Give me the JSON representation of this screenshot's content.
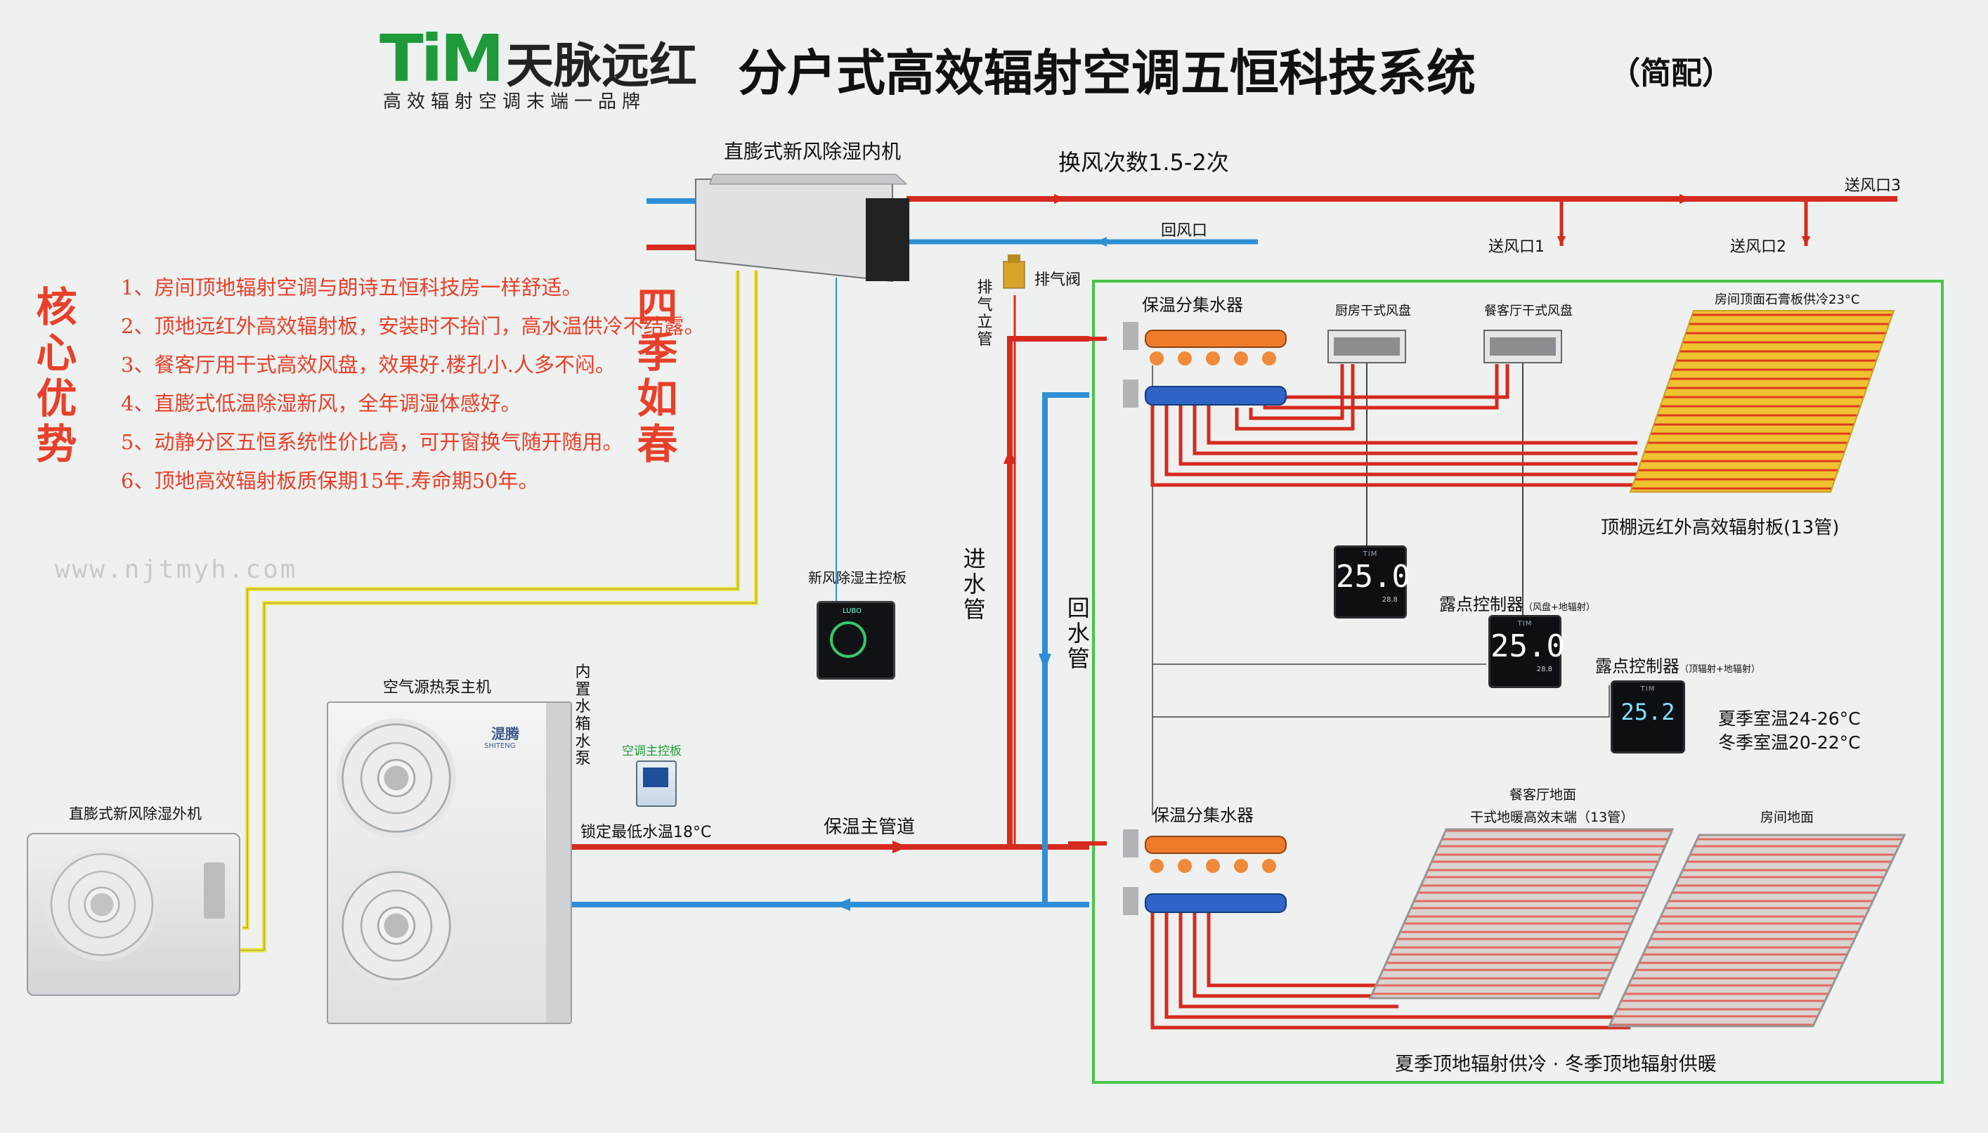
{
  "logo": {
    "brand_latin": "TiM",
    "brand_cn": "天脉远红",
    "tagline": "高效辐射空调末端一品牌"
  },
  "title": {
    "main": "分户式高效辐射空调五恒科技系统",
    "suffix": "（简配）"
  },
  "left_panel": {
    "heading": "核心优势",
    "items": [
      "1、房间顶地辐射空调与朗诗五恒科技房一样舒适。",
      "2、顶地远红外高效辐射板，安装时不抬门，高水温供冷不结露。",
      "3、餐客厅用干式高效风盘，效果好.楼孔小.人多不闷。",
      "4、直膨式低温除湿新风，全年调湿体感好。",
      "5、动静分区五恒系统性价比高，可开窗换气随开随用。",
      "6、顶地高效辐射板质保期15年.寿命期50年。"
    ],
    "side_heading": "四季如春",
    "website": "www.njtmyh.com"
  },
  "labels": {
    "indoor_unit": "直膨式新风除湿内机",
    "air_change": "换风次数1.5-2次",
    "supply_3": "送风口3",
    "return_air": "回风口",
    "supply_1": "送风口1",
    "supply_2": "送风口2",
    "exhaust_valve": "排气阀",
    "exhaust_pipe": "排气立管",
    "manifold_top": "保温分集水器",
    "kitchen_fcu": "厨房干式风盘",
    "dining_fcu": "餐客厅干式风盘",
    "ceiling_panel_note": "房间顶面石膏板供冷23°C",
    "ceiling_panel": "顶棚远红外高效辐射板(13管)",
    "fresh_air_controller": "新风除湿主控板",
    "inlet_pipe": "进水管",
    "return_pipe": "回水管",
    "dew_ctrl_1": "露点控制器",
    "dew_ctrl_1_note": "（风盘+地辐射）",
    "dew_ctrl_2": "露点控制器",
    "dew_ctrl_2_note": "（顶辐射+地辐射）",
    "summer_temp": "夏季室温24-26°C",
    "winter_temp": "冬季室温20-22°C",
    "heat_pump": "空气源热泵主机",
    "builtin_tank": "内置水箱水泵",
    "ac_controller": "空调主控板",
    "outdoor_unit": "直膨式新风除湿外机",
    "min_water_temp": "锁定最低水温18°C",
    "main_pipe": "保温主管道",
    "manifold_bottom": "保温分集水器",
    "dining_floor": "餐客厅地面",
    "floor_terminal": "干式地暖高效末端（13管）",
    "room_floor": "房间地面",
    "bottom_caption": "夏季顶地辐射供冷 · 冬季顶地辐射供暖"
  },
  "devices": {
    "heat_pump_brand": "湜腾",
    "heat_pump_brand_en": "SHITENG",
    "controller_brand": "LUBO",
    "thermostat_brand": "TIM",
    "thermostat_1": {
      "value": "25.0",
      "sub": "28.8"
    },
    "thermostat_2": {
      "value": "25.0",
      "sub": "28.8"
    },
    "thermostat_3": {
      "value": "25.2"
    }
  },
  "colors": {
    "supply_pipe": "#d62a1e",
    "return_pipe": "#2f8fd6",
    "signal_wire": "#f0e53c",
    "frame": "#49c449",
    "accent_red": "#e8402a"
  }
}
